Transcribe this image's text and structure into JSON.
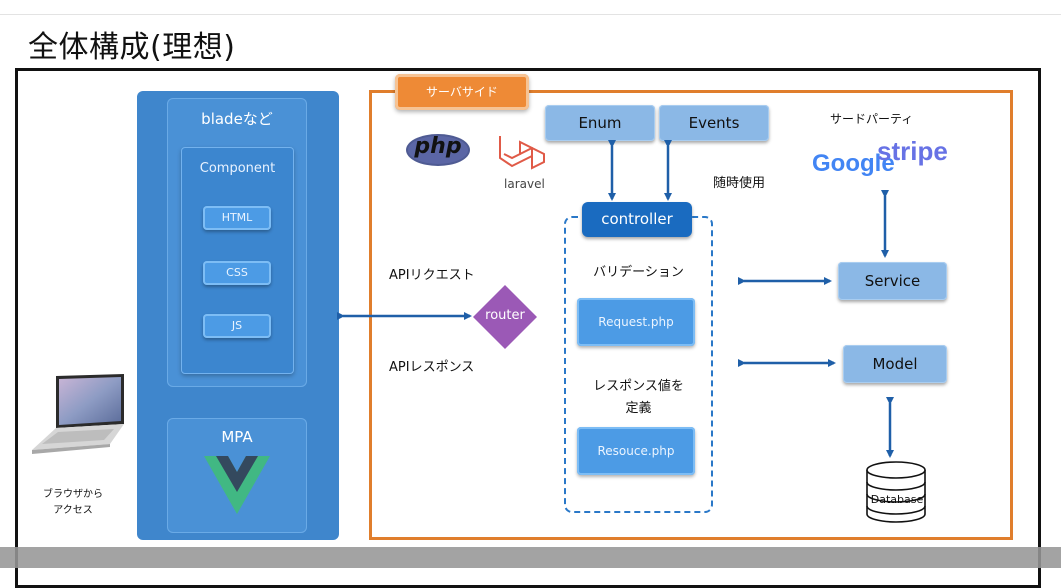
{
  "header": {
    "title": "全体構成(理想)"
  },
  "client": {
    "browser_label_line1": "ブラウザから",
    "browser_label_line2": "アクセス"
  },
  "frontend": {
    "blade_title": "bladeなど",
    "component_title": "Component",
    "chips": [
      "HTML",
      "CSS",
      "JS"
    ],
    "mpa_title": "MPA"
  },
  "server": {
    "tag": "サーバサイド",
    "php_logo_text": "php",
    "laravel_label": "laravel",
    "enum_label": "Enum",
    "events_label": "Events",
    "usage_note": "随時使用",
    "controller_label": "controller",
    "validation_label": "バリデーション",
    "request_file": "Request.php",
    "response_def_line1": "レスポンス値を",
    "response_def_line2": "定義",
    "resource_file": "Resouce.php",
    "router_label": "router",
    "api_request": "APIリクエスト",
    "api_response": "APIレスポンス",
    "third_party_label": "サードパーティ",
    "google_text": "Google",
    "stripe_text": "stripe",
    "service_label": "Service",
    "model_label": "Model",
    "database_label": "Database"
  },
  "colors": {
    "front_panel": "#3f86cc",
    "server_border": "#e07e2c",
    "arrow": "#1f5fa8",
    "router": "#9b59b6",
    "laravel": "#e05a47",
    "stripe": "#6772e5"
  },
  "icons": [
    "laptop-icon",
    "vue-logo-icon",
    "php-logo-icon",
    "laravel-logo-icon",
    "google-logo-icon",
    "stripe-logo-icon",
    "database-icon",
    "router-diamond"
  ]
}
